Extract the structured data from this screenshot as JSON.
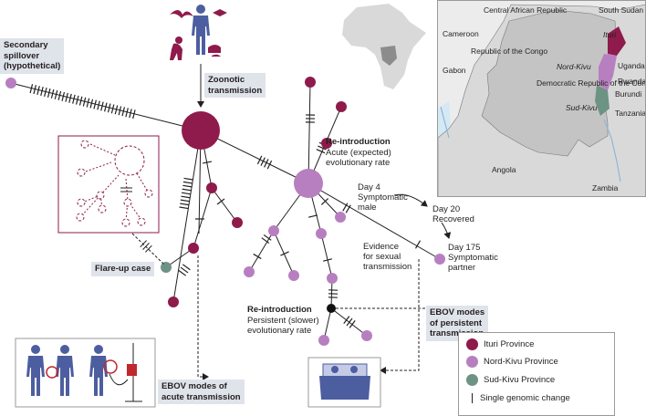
{
  "colors": {
    "ituri": "#8e1b4b",
    "nord_kivu": "#b77fc0",
    "sud_kivu": "#6d9384",
    "persistent_node": "#111111",
    "label_box": "#dfe3ea"
  },
  "labels": {
    "secondary_spillover": "Secondary\nspillover\n(hypothetical)",
    "zoonotic_transmission": "Zoonotic\ntransmission",
    "reintro_top_title": "Re-introduction",
    "reintro_top_desc": "Acute (expected)\nevolutionary rate",
    "day4": "Day 4\nSymptomatic\nmale",
    "day20": "Day 20\nRecovered",
    "day175": "Day 175\nSymptomatic\npartner",
    "sexual_evidence": "Evidence\nfor sexual\ntransmission",
    "flare_up": "Flare-up case",
    "reintro_bottom_title": "Re-introduction",
    "reintro_bottom_desc": "Persistent (slower)\nevolutionary rate",
    "persistent_modes": "EBOV modes\nof persistent\ntransmission",
    "acute_modes": "EBOV modes of\nacute transmission"
  },
  "map": {
    "countries": {
      "car": "Central African Republic",
      "south_sudan": "South Sudan",
      "cameroon": "Cameroon",
      "roc": "Republic\nof the\nCongo",
      "gabon": "Gabon",
      "drc": "Democratic\nRepublic\nof the Congo",
      "uganda": "Uganda",
      "rwanda": "Rwanda",
      "burundi": "Burundi",
      "tanzania": "Tanzania",
      "angola": "Angola",
      "zambia": "Zambia"
    },
    "provinces": {
      "ituri": "Ituri",
      "nord_kivu": "Nord-Kivu",
      "sud_kivu": "Sud-Kivu"
    }
  },
  "legend": {
    "items": [
      {
        "label": "Ituri Province",
        "type": "dot",
        "color": "#8e1b4b"
      },
      {
        "label": "Nord-Kivu Province",
        "type": "dot",
        "color": "#b77fc0"
      },
      {
        "label": "Sud-Kivu Province",
        "type": "dot",
        "color": "#6d9384"
      },
      {
        "label": "Single genomic change",
        "type": "tick"
      }
    ]
  }
}
